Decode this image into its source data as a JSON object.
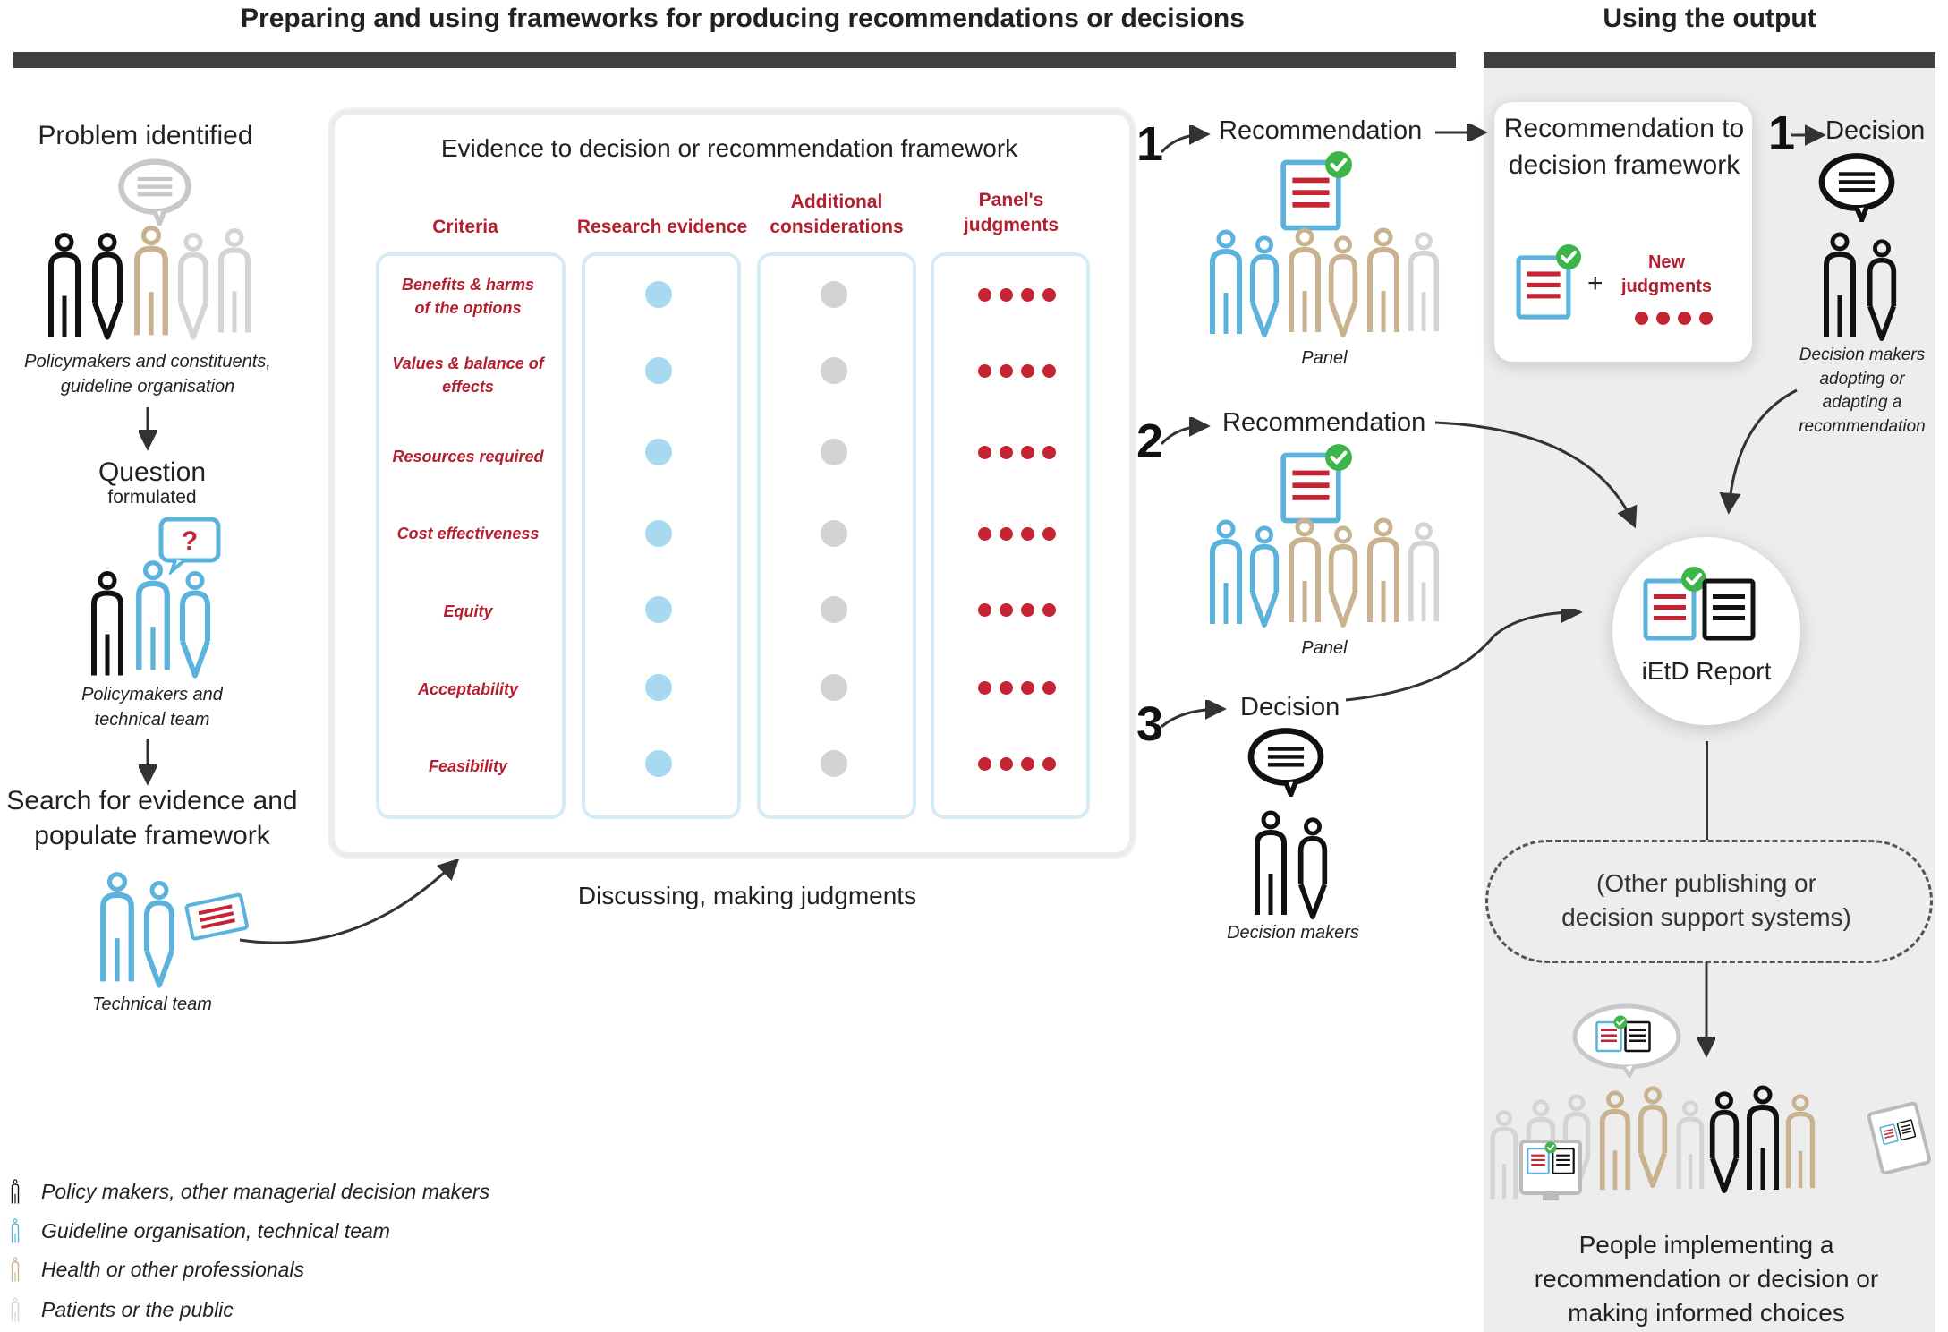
{
  "headers": {
    "left": "Preparing and using frameworks for producing recommendations or decisions",
    "right": "Using the output"
  },
  "left_flow": {
    "problem": "Problem identified",
    "problem_caption": "Policymakers and constituents, guideline organisation",
    "question": "Question",
    "question_sub": "formulated",
    "question_caption": "Policymakers and technical team",
    "search": "Search for evidence and populate framework",
    "search_caption": "Technical team"
  },
  "framework": {
    "title": "Evidence to decision or recommendation framework",
    "columns": [
      "Criteria",
      "Research evidence",
      "Additional considerations",
      "Panel's judgments"
    ],
    "criteria": [
      "Benefits & harms of the options",
      "Values & balance of effects",
      "Resources required",
      "Cost effectiveness",
      "Equity",
      "Acceptability",
      "Feasibility"
    ],
    "caption": "Discussing, making judgments"
  },
  "outputs": {
    "n1": "1",
    "n2": "2",
    "n3": "3",
    "rec1": "Recommendation",
    "rec2": "Recommendation",
    "decision": "Decision",
    "panel1": "Panel",
    "panel2": "Panel",
    "decision_makers": "Decision makers"
  },
  "right": {
    "rtd_card": "Recommendation to decision framework",
    "new_judgments": "New judgments",
    "plus": "+",
    "n1b": "1",
    "decision_label": "Decision",
    "decision_makers_adapting": "Decision makers adopting or adapting a recommendation",
    "report": "iEtD Report",
    "other_systems": "(Other publishing or decision support systems)",
    "people_implementing": "People implementing a recommendation or decision or making informed choices"
  },
  "legend": [
    {
      "label": "Policy makers, other managerial decision makers",
      "color": "#111111"
    },
    {
      "label": "Guideline organisation, technical team",
      "color": "#5bb3dd"
    },
    {
      "label": "Health or other professionals",
      "color": "#c9b28f"
    },
    {
      "label": "Patients or the public",
      "color": "#d4d4d4"
    }
  ],
  "colors": {
    "black": "#111111",
    "blue": "#5bb3dd",
    "tan": "#c9b28f",
    "grey": "#d4d4d4",
    "red": "#c62433",
    "green": "#3db54a"
  }
}
